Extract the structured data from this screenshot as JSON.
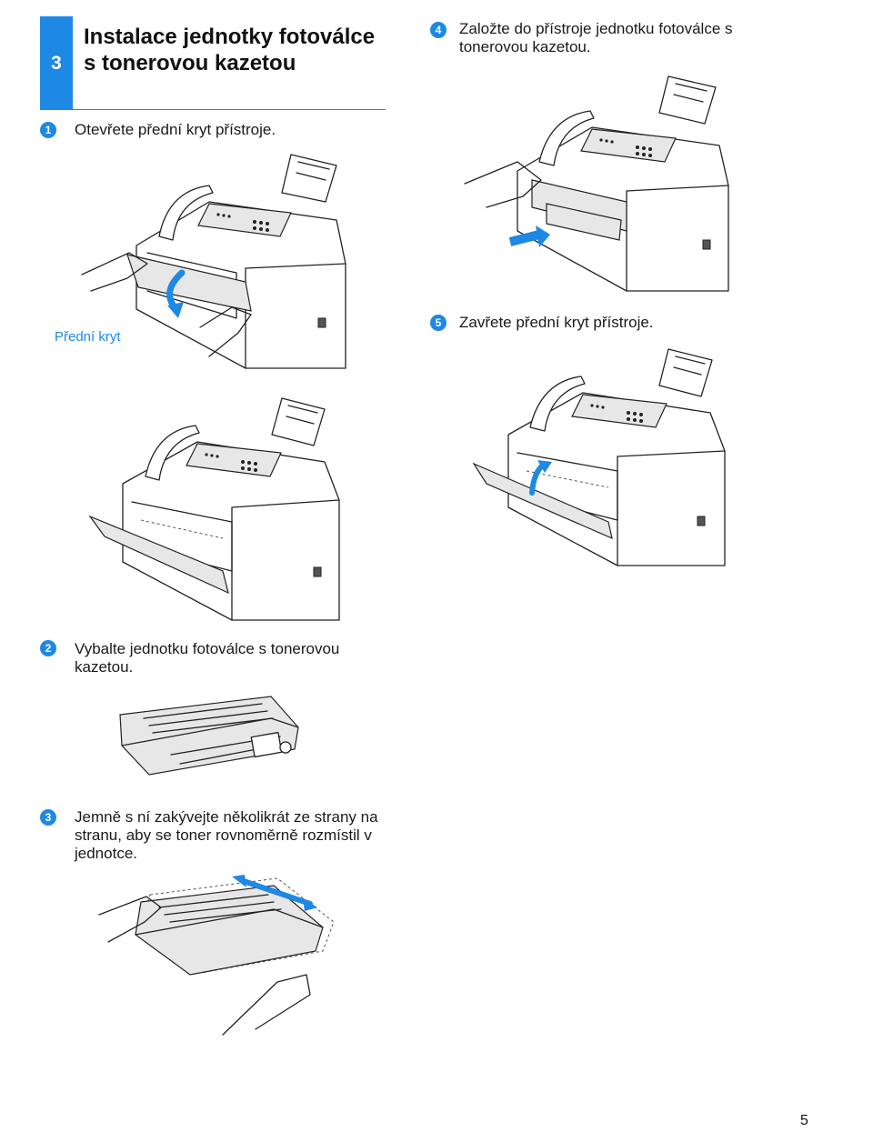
{
  "section": {
    "number": "3",
    "title": "Instalace jednotky fotoválce s tonerovou kazetou"
  },
  "steps": [
    {
      "marker": "1",
      "text": "Otevřete přední kryt přístroje."
    },
    {
      "marker": "2",
      "text": "Vybalte jednotku fotoválce s tonerovou kazetou."
    },
    {
      "marker": "3",
      "text": "Jemně s ní zakývejte několikrát ze strany na stranu, aby se toner rovnoměrně rozmístil v jednotce."
    },
    {
      "marker": "4",
      "text": "Založte do přístroje jednotku fotoválce s tonerovou kazetou."
    },
    {
      "marker": "5",
      "text": "Zavřete přední kryt přístroje."
    }
  ],
  "callouts": {
    "front_cover": "Přední kryt"
  },
  "page_number": "5",
  "colors": {
    "accent": "#1e88e5",
    "text": "#1a1a1a"
  }
}
